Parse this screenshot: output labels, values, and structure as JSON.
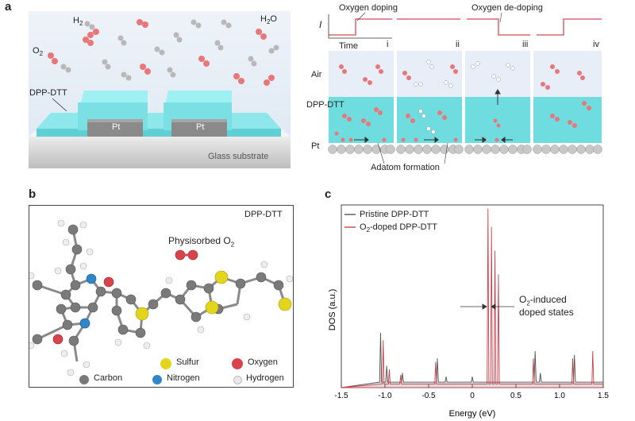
{
  "panels": {
    "a": {
      "label": "a",
      "device": {
        "h2": "H",
        "h2_sub": "2",
        "o2": "O",
        "o2_sub": "2",
        "h2o_a": "H",
        "h2o_sub": "2",
        "h2o_b": "O",
        "dpp": "DPP-DTT",
        "pt_left": "Pt",
        "pt_right": "Pt",
        "substrate": "Glass substrate"
      },
      "process": {
        "current_axis": "I",
        "time_axis": "Time",
        "oxygen_doping": "Oxygen doping",
        "oxygen_dedoping": "Oxygen de-doping",
        "stages": [
          "i",
          "ii",
          "iii",
          "iv"
        ],
        "air": "Air",
        "dpp": "DPP-DTT",
        "pt": "Pt",
        "adatom": "Adatom formation"
      }
    },
    "b": {
      "label": "b",
      "title": "DPP-DTT",
      "physisorbed_a": "Physisorbed O",
      "physisorbed_sub": "2",
      "legend": [
        {
          "name": "Carbon",
          "color": "#7a7a7a"
        },
        {
          "name": "Nitrogen",
          "color": "#2f86c8"
        },
        {
          "name": "Sulfur",
          "color": "#e3d51c"
        },
        {
          "name": "Hydrogen",
          "color": "#e8e8e8"
        },
        {
          "name": "Oxygen",
          "color": "#d9434b"
        }
      ]
    },
    "c": {
      "label": "c",
      "legend_pristine": "Pristine DPP-DTT",
      "legend_doped_a": "O",
      "legend_doped_sub": "2",
      "legend_doped_b": "-doped DPP-DTT",
      "annotation_a": "O",
      "annotation_sub": "2",
      "annotation_b": "-induced",
      "annotation_line2": "doped states"
    }
  },
  "colors": {
    "dpp_film": "#6fdde0",
    "air": "#e6eef7",
    "pt": "#8a8a8a",
    "oxygen": "#e8777a",
    "hydrogen": "#b8b8b8",
    "pristine": "#555555",
    "doped": "#c8414c"
  },
  "chart_data": {
    "type": "line",
    "xlabel": "Energy (eV)",
    "ylabel": "DOS (a.u.)",
    "xlim": [
      -1.5,
      1.5
    ],
    "xticks": [
      -1.5,
      -1.0,
      -0.5,
      0,
      0.5,
      1.0,
      1.5
    ],
    "xtick_labels": [
      "-1.5",
      "-1.0",
      "-0.5",
      "0",
      "0.5",
      "1.0",
      "1.5"
    ],
    "ylim": [
      0,
      1.0
    ],
    "legend_position": "top-left",
    "series": [
      {
        "name": "Pristine DPP-DTT",
        "color": "#555555",
        "peaks": [
          [
            -1.05,
            0.3
          ],
          [
            -0.98,
            0.12
          ],
          [
            -0.8,
            0.08
          ],
          [
            -0.4,
            0.16
          ],
          [
            -0.3,
            0.06
          ],
          [
            0.0,
            0.06
          ],
          [
            0.72,
            0.2
          ],
          [
            0.78,
            0.08
          ],
          [
            1.17,
            0.18
          ]
        ]
      },
      {
        "name": "O2-doped DPP-DTT",
        "color": "#c8414c",
        "peaks": [
          [
            -1.02,
            0.26
          ],
          [
            -0.95,
            0.1
          ],
          [
            -0.82,
            0.07
          ],
          [
            -0.42,
            0.14
          ],
          [
            0.18,
            0.98
          ],
          [
            0.22,
            0.88
          ],
          [
            0.26,
            0.75
          ],
          [
            0.3,
            0.62
          ],
          [
            0.7,
            0.16
          ],
          [
            1.15,
            0.16
          ],
          [
            1.38,
            0.2
          ]
        ]
      }
    ]
  }
}
